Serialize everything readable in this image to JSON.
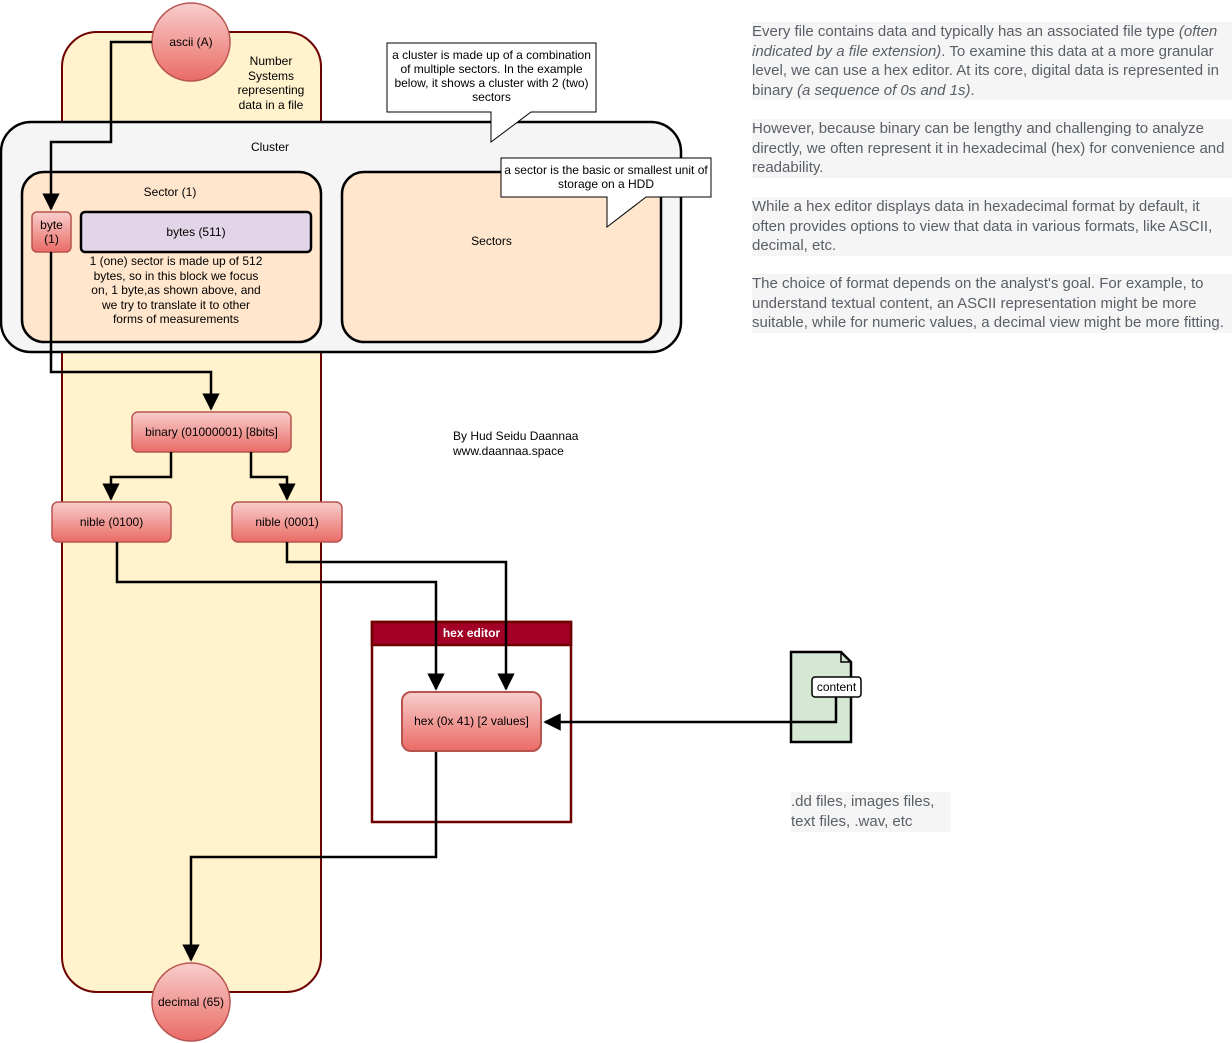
{
  "nodes": {
    "ascii": "ascii (A)",
    "number_systems": "Number Systems representing data in a file",
    "cluster": "Cluster",
    "sector": "Sector (1)",
    "byte": "byte (1)",
    "bytes": "bytes (511)",
    "sector_note": "1 (one) sector is made up of 512 bytes, so in this block we focus on, 1 byte,as shown above, and we try to translate it to other forms of measurements",
    "sectors": "Sectors",
    "binary": "binary (01000001) [8bits]",
    "nible_left": "nible (0100)",
    "nible_right": "nible (0001)",
    "hex_editor": "hex editor",
    "hex": "hex (0x 41) [2 values]",
    "content": "content",
    "decimal": "decimal (65)"
  },
  "callouts": {
    "cluster_note": "a cluster is made up of a combination of multiple sectors. In the example below, it shows a cluster with 2 (two) sectors",
    "sector_def": "a sector is the basic or smallest unit of storage on a HDD"
  },
  "credit": {
    "author": "By Hud Seidu Daannaa",
    "site": "www.daannaa.space"
  },
  "file_types": ".dd files, images files, text files, .wav, etc",
  "paragraphs": {
    "p1_a": "Every file contains data and typically has an associated file type ",
    "p1_b": "(often indicated by a file extension)",
    "p1_c": ". To examine this data at a more granular level, we can use a hex editor. At its core, digital data is represented in binary ",
    "p1_d": "(a sequence of 0s and 1s)",
    "p1_e": ".",
    "p2": "However, because binary can be lengthy and challenging to analyze directly, we often represent it in hexadecimal (hex) for convenience and readability.",
    "p3": "While a hex editor displays data in hexadecimal format by default, it often provides options to view that data in various formats, like ASCII, decimal, etc.",
    "p4": "The choice of format depends on the analyst's goal. For example, to understand textual content, an ASCII representation might be more suitable, while for numeric values, a decimal view might be more fitting."
  },
  "colors": {
    "column_fill": "#fff2cc",
    "column_stroke": "#6f0000",
    "cluster_fill": "#f5f5f5",
    "sector_fill": "#ffe6cc",
    "red_node_top": "#f8cecc",
    "red_node_bottom": "#ea6b66",
    "red_node_stroke": "#b85450",
    "bytes_fill": "#e1d5e7",
    "hex_editor_header": "#a20025",
    "document_fill": "#d5e8d4",
    "text_color": "#595f66"
  }
}
